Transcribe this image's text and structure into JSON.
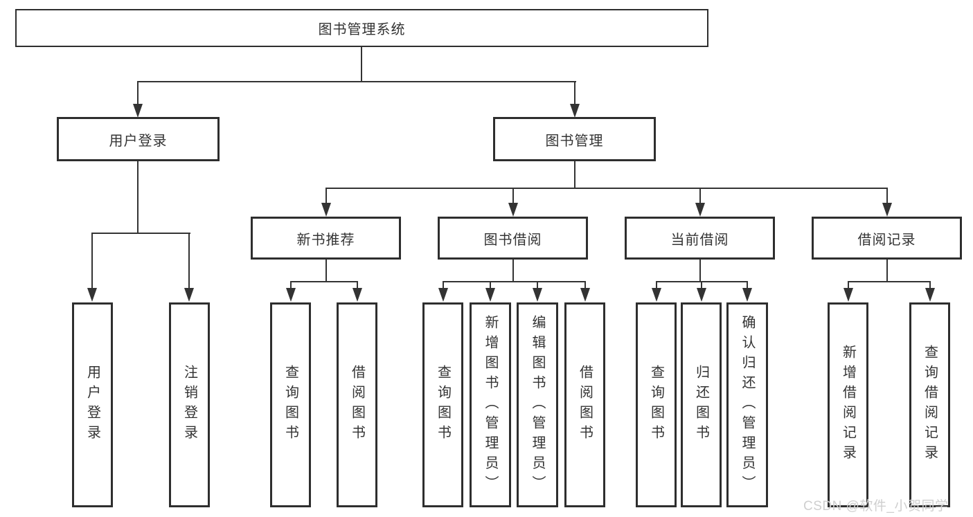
{
  "diagram": {
    "title_hint": "library management system function structure diagram",
    "root": {
      "label": "图书管理系统"
    },
    "branches": [
      {
        "label": "用户登录",
        "children": [
          {
            "label": "用户登录"
          },
          {
            "label": "注销登录"
          }
        ]
      },
      {
        "label": "图书管理",
        "children": [
          {
            "label": "新书推荐",
            "children": [
              {
                "label": "查询图书"
              },
              {
                "label": "借阅图书"
              }
            ]
          },
          {
            "label": "图书借阅",
            "children": [
              {
                "label": "查询图书"
              },
              {
                "label": "新增图书（管理员）"
              },
              {
                "label": "编辑图书（管理员）"
              },
              {
                "label": "借阅图书"
              }
            ]
          },
          {
            "label": "当前借阅",
            "children": [
              {
                "label": "查询图书"
              },
              {
                "label": "归还图书"
              },
              {
                "label": "确认归还（管理员）"
              }
            ]
          },
          {
            "label": "借阅记录",
            "children": [
              {
                "label": "新增借阅记录"
              },
              {
                "label": "查询借阅记录"
              }
            ]
          }
        ]
      }
    ]
  },
  "watermark": {
    "text": "CSDN @软件_小贺同学"
  },
  "colors": {
    "background": "#ffffff",
    "line": "#333333",
    "box_border": "#2e2e2e",
    "text": "#333333",
    "watermark": "#cfcfcf"
  }
}
